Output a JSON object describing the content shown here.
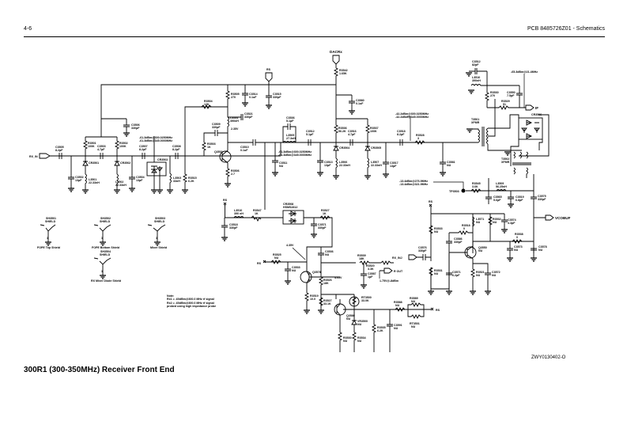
{
  "header": {
    "page_number": "4-6",
    "document_title": "PCB 8485726Z01 - Schematics"
  },
  "figure": {
    "title": "300R1 (300-350MHz) Receiver Front End",
    "drawing_id": "ZWY0130402-O"
  },
  "ports": {
    "rx_in": "RX_IN",
    "dacrx": "DACRx",
    "if_out": "IF",
    "vco_buf": "VCOBUF",
    "rx_inj": "RX_INJ",
    "rs_top": "RS",
    "rs_left": "RS",
    "rs_right": "RS",
    "rs_mid": "RS",
    "rs_lo": "RS",
    "r_out": "R OUT"
  },
  "components": {
    "C3505": {
      "ref": "C3505",
      "value": "8.2pF"
    },
    "C3502": {
      "ref": "C3502",
      "value": "13pF"
    },
    "CR3501": {
      "ref": "CR3501",
      "value": ""
    },
    "L3501": {
      "ref": "L3501",
      "value": "22.33nH"
    },
    "R3501": {
      "ref": "R3501",
      "value": "100K"
    },
    "C3503": {
      "ref": "C3503",
      "value": "4.7pF"
    },
    "R3502": {
      "ref": "R3502",
      "value": "100K"
    },
    "CR3502": {
      "ref": "CR3502",
      "value": ""
    },
    "L3502": {
      "ref": "L3502",
      "value": "22.33nH"
    },
    "C3504": {
      "ref": "C3504",
      "value": "13pF"
    },
    "C3506": {
      "ref": "C3506",
      "value": "330pF"
    },
    "C3507": {
      "ref": "C3507",
      "value": "8.2pF"
    },
    "CR3503": {
      "ref": "CR3503",
      "value": ""
    },
    "C3508": {
      "ref": "C3508",
      "value": "8.2pF"
    },
    "L3503": {
      "ref": "L3503",
      "value": "33nH"
    },
    "R3515": {
      "ref": "R3515",
      "value": "6.2K"
    },
    "R3504": {
      "ref": "R3504",
      "value": "12K"
    },
    "R3505": {
      "ref": "R3505",
      "value": "270"
    },
    "C3514": {
      "ref": "C3514",
      "value": "0.1uF"
    },
    "C3515": {
      "ref": "C3515",
      "value": "330pF"
    },
    "L3504": {
      "ref": "L3504",
      "value": "390nH"
    },
    "C3521": {
      "ref": "C3521",
      "value": "330pF"
    },
    "C3509": {
      "ref": "C3509",
      "value": "330pF"
    },
    "R3503": {
      "ref": "R3503",
      "value": "1K"
    },
    "Q3501": {
      "ref": "Q3501",
      "value": ""
    },
    "R3506": {
      "ref": "R3506",
      "value": "2.7"
    },
    "C3510": {
      "ref": "C3510",
      "value": "0.1uF"
    },
    "C3511": {
      "ref": "C3511",
      "value": "NU"
    },
    "C3536": {
      "ref": "C3536",
      "value": "5.1pF"
    },
    "L3505": {
      "ref": "L3505",
      "value": "27.3nH"
    },
    "C3512": {
      "ref": "C3512",
      "value": "5.1pF"
    },
    "C3513": {
      "ref": "C3513",
      "value": "13pF"
    },
    "R3542": {
      "ref": "R3542",
      "value": "1.65K"
    },
    "C3580": {
      "ref": "C3580",
      "value": "0.1uF"
    },
    "R3536": {
      "ref": "R3536",
      "value": "56.2K"
    },
    "C3516": {
      "ref": "C3516",
      "value": "4.7pF"
    },
    "R3537": {
      "ref": "R3537",
      "value": "100K"
    },
    "CR3504": {
      "ref": "CR3504",
      "value": ""
    },
    "CR3505": {
      "ref": "CR3505",
      "value": ""
    },
    "L3506": {
      "ref": "L3506",
      "value": "22.33nH"
    },
    "L3507": {
      "ref": "L3507",
      "value": "22.33nH"
    },
    "C3517": {
      "ref": "C3517",
      "value": "13pF"
    },
    "C3518": {
      "ref": "C3518",
      "value": "8.2pF"
    },
    "R3528": {
      "ref": "R3528",
      "value": "3"
    },
    "C3581": {
      "ref": "C3581",
      "value": "NU"
    },
    "T3501": {
      "ref": "T3501",
      "value": "XFMR"
    },
    "C3512b": {
      "ref": "C3512",
      "value": "82pF"
    },
    "L3510": {
      "ref": "L3510",
      "value": "390nH"
    },
    "R3530": {
      "ref": "R3530",
      "value": "270"
    },
    "C3550": {
      "ref": "C3550",
      "value": "7.5pF"
    },
    "R3529": {
      "ref": "R3529",
      "value": "51"
    },
    "CR3506": {
      "ref": "CR3506",
      "value": ""
    },
    "T3502": {
      "ref": "T3502",
      "value": "XFMR"
    },
    "L3510b": {
      "ref": "L3510",
      "value": "390 nH"
    },
    "R3547": {
      "ref": "R3547",
      "value": "1K"
    },
    "CR3508": {
      "ref": "CR3508",
      "value": "HSMS2812"
    },
    "C3518b": {
      "ref": "C3518",
      "value": "330pF"
    },
    "R3527": {
      "ref": "R3527",
      "value": "1K"
    },
    "C3571": {
      "ref": "C3571",
      "value": "330pF"
    },
    "R3525": {
      "ref": "R3525",
      "value": "NU"
    },
    "C3533": {
      "ref": "C3533",
      "value": "NU"
    },
    "C3536b": {
      "ref": "C3536",
      "value": "NU"
    },
    "Q3578": {
      "ref": "Q3578",
      "value": ""
    },
    "R3526": {
      "ref": "R3526",
      "value": "18K"
    },
    "R3539": {
      "ref": "R3539",
      "value": "18K"
    },
    "R3520": {
      "ref": "R3520",
      "value": "3.3K"
    },
    "C3587": {
      "ref": "C3587",
      "value": "1pF"
    },
    "R3519": {
      "ref": "R3519",
      "value": "10.0"
    },
    "R3527b": {
      "ref": "R3527",
      "value": "33.1K"
    },
    "RT3500": {
      "ref": "RT3500",
      "value": "33.0K"
    },
    "Q3580": {
      "ref": "Q3580",
      "value": "NU"
    },
    "VR3500": {
      "ref": "VR3500",
      "value": "NU"
    },
    "R3530b": {
      "ref": "R3530",
      "value": "NU"
    },
    "R3534": {
      "ref": "R3534",
      "value": "NU"
    },
    "R3535": {
      "ref": "R3535",
      "value": "6.2K"
    },
    "C3591": {
      "ref": "C3591",
      "value": "NU"
    },
    "R3588": {
      "ref": "R3588",
      "value": "NU"
    },
    "R3589": {
      "ref": "R3589",
      "value": "NU"
    },
    "RT3501": {
      "ref": "RT3501",
      "value": "NU"
    },
    "TP3503": {
      "ref": "TP3503",
      "value": ""
    },
    "R3545": {
      "ref": "R3545",
      "value": "3.6K"
    },
    "L3509": {
      "ref": "L3509",
      "value": "56.25nH"
    },
    "C3565": {
      "ref": "C3565",
      "value": "5.6pF"
    },
    "C3519": {
      "ref": "C3519",
      "value": "6.8pF"
    },
    "C3575": {
      "ref": "C3575",
      "value": "330pF"
    },
    "R3533": {
      "ref": "R3533",
      "value": "NU"
    },
    "R3531": {
      "ref": "R3531",
      "value": "NU"
    },
    "C3576": {
      "ref": "C3576",
      "value": "330pF"
    },
    "L3571": {
      "ref": "L3571",
      "value": "NU"
    },
    "R3532": {
      "ref": "R3532",
      "value": "NU"
    },
    "C3574": {
      "ref": "C3574",
      "value": "3.3pF"
    },
    "R3518": {
      "ref": "R3518",
      "value": "0"
    },
    "C3586": {
      "ref": "C3586",
      "value": "330pF"
    },
    "Q3550": {
      "ref": "Q3550",
      "value": "NU"
    },
    "R3538": {
      "ref": "R3538",
      "value": "0"
    },
    "C3573": {
      "ref": "C3573",
      "value": "NU"
    },
    "C3578": {
      "ref": "C3578",
      "value": "NU"
    },
    "R3535b": {
      "ref": "R3535",
      "value": "NU"
    },
    "C3571b": {
      "ref": "C3571",
      "value": "6.2pF"
    },
    "R3521": {
      "ref": "R3521",
      "value": "NU"
    },
    "C3572": {
      "ref": "C3572",
      "value": "NU"
    }
  },
  "annotations": {
    "sig1_a": "-61.3dBm@300.0250MHz",
    "sig1_b": "-61.3dBm@345.0000MHz",
    "sig2_a": "-61.3dBm@300.0250MHz",
    "sig2_b": "-61.3dBm@345.0000MHz",
    "sig3_a": "-42.2dBm@300.0250MHz",
    "sig3_b": "-42.2dBm@345.0000MHz",
    "sig4": "-65.3dBm@21.4MHz",
    "sig5_a": "-13.4dBm@276.9MHz",
    "sig5_b": "-13.4dBm@321.9MHz",
    "v1": "2.35V",
    "v2": "4.35V",
    "v3": "4.05V",
    "v4": "1.75V@-8dBm"
  },
  "shields": [
    {
      "ref": "SH3501",
      "type": "SHIELD",
      "pin": "1",
      "label": "FOPE Top Shield"
    },
    {
      "ref": "SH3502",
      "type": "SHIELD",
      "pin": "1",
      "label": "FOPE Bottom Shield"
    },
    {
      "ref": "SH3503",
      "type": "SHIELD",
      "pin": "1",
      "label": "Mixer Shield"
    },
    {
      "ref": "SH3504",
      "type": "SHIELD",
      "pin": "1",
      "label": "RX Mixer Diode Shield"
    }
  ],
  "note": {
    "title": "Note:",
    "line1": "Rx1 = -60dBm@300.0 MHz rf signal",
    "line2": "Rx2 = -60dBm@300.0 MHz rf signal",
    "line3": "probed using high impedance probe"
  }
}
